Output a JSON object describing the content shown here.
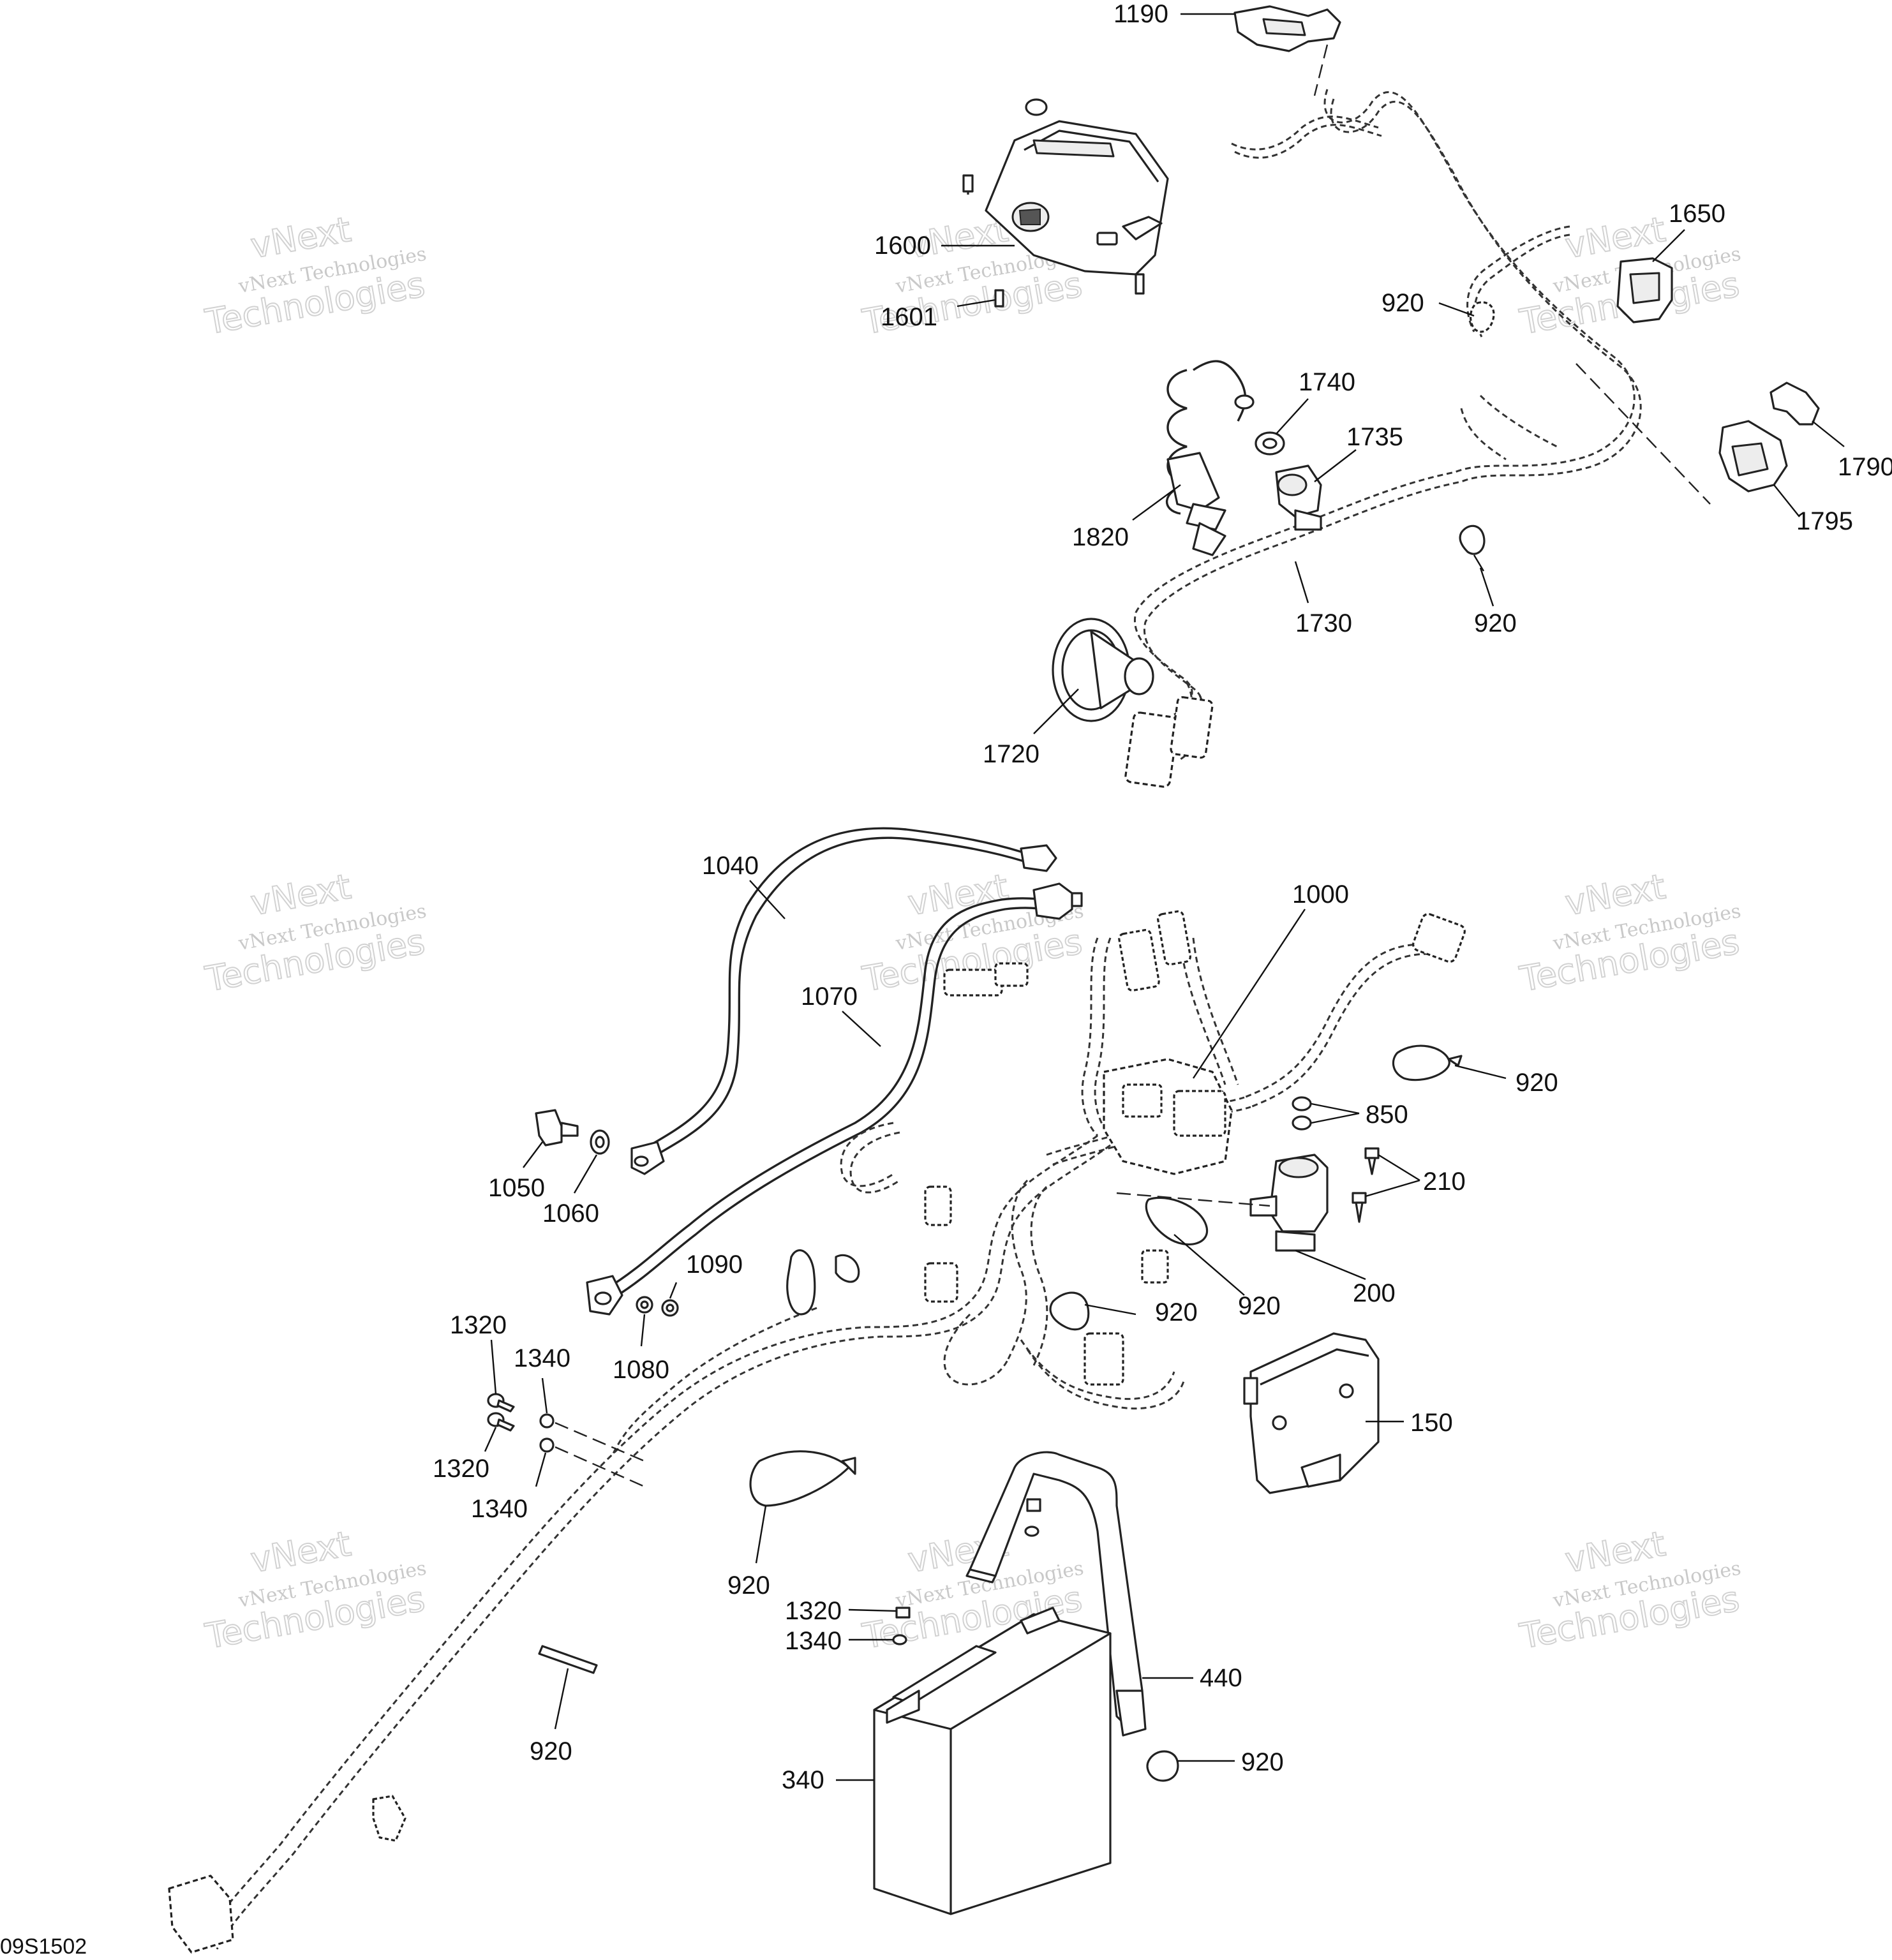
{
  "diagram": {
    "reference_code": "09S1502",
    "watermarks": [
      {
        "small": "vNext Technologies",
        "big1": "vNext",
        "big2": "Technologies"
      },
      {
        "small": "vNext Technologies",
        "big1": "vNext",
        "big2": "Technologies"
      },
      {
        "small": "vNext Technologies",
        "big1": "vNext",
        "big2": "Technologies"
      },
      {
        "small": "vNext Technologies",
        "big1": "vNext",
        "big2": "Technologies"
      },
      {
        "small": "vNext Technologies",
        "big1": "vNext",
        "big2": "Technologies"
      },
      {
        "small": "vNext Technologies",
        "big1": "vNext",
        "big2": "Technologies"
      },
      {
        "small": "vNext Technologies",
        "big1": "vNext",
        "big2": "Technologies"
      },
      {
        "small": "vNext Technologies",
        "big1": "vNext",
        "big2": "Technologies"
      },
      {
        "small": "vNext Technologies",
        "big1": "vNext",
        "big2": "Technologies"
      }
    ],
    "callouts": [
      {
        "label": "1190"
      },
      {
        "label": "1600"
      },
      {
        "label": "1601"
      },
      {
        "label": "920"
      },
      {
        "label": "1650"
      },
      {
        "label": "1740"
      },
      {
        "label": "1735"
      },
      {
        "label": "1790"
      },
      {
        "label": "1795"
      },
      {
        "label": "1820"
      },
      {
        "label": "1730"
      },
      {
        "label": "920"
      },
      {
        "label": "1720"
      },
      {
        "label": "1040"
      },
      {
        "label": "1000"
      },
      {
        "label": "1070"
      },
      {
        "label": "920"
      },
      {
        "label": "850"
      },
      {
        "label": "210"
      },
      {
        "label": "1050"
      },
      {
        "label": "1060"
      },
      {
        "label": "1090"
      },
      {
        "label": "920"
      },
      {
        "label": "920"
      },
      {
        "label": "200"
      },
      {
        "label": "1320"
      },
      {
        "label": "1340"
      },
      {
        "label": "1080"
      },
      {
        "label": "1320"
      },
      {
        "label": "1340"
      },
      {
        "label": "150"
      },
      {
        "label": "920"
      },
      {
        "label": "1320"
      },
      {
        "label": "1340"
      },
      {
        "label": "440"
      },
      {
        "label": "920"
      },
      {
        "label": "340"
      },
      {
        "label": "920"
      }
    ]
  }
}
